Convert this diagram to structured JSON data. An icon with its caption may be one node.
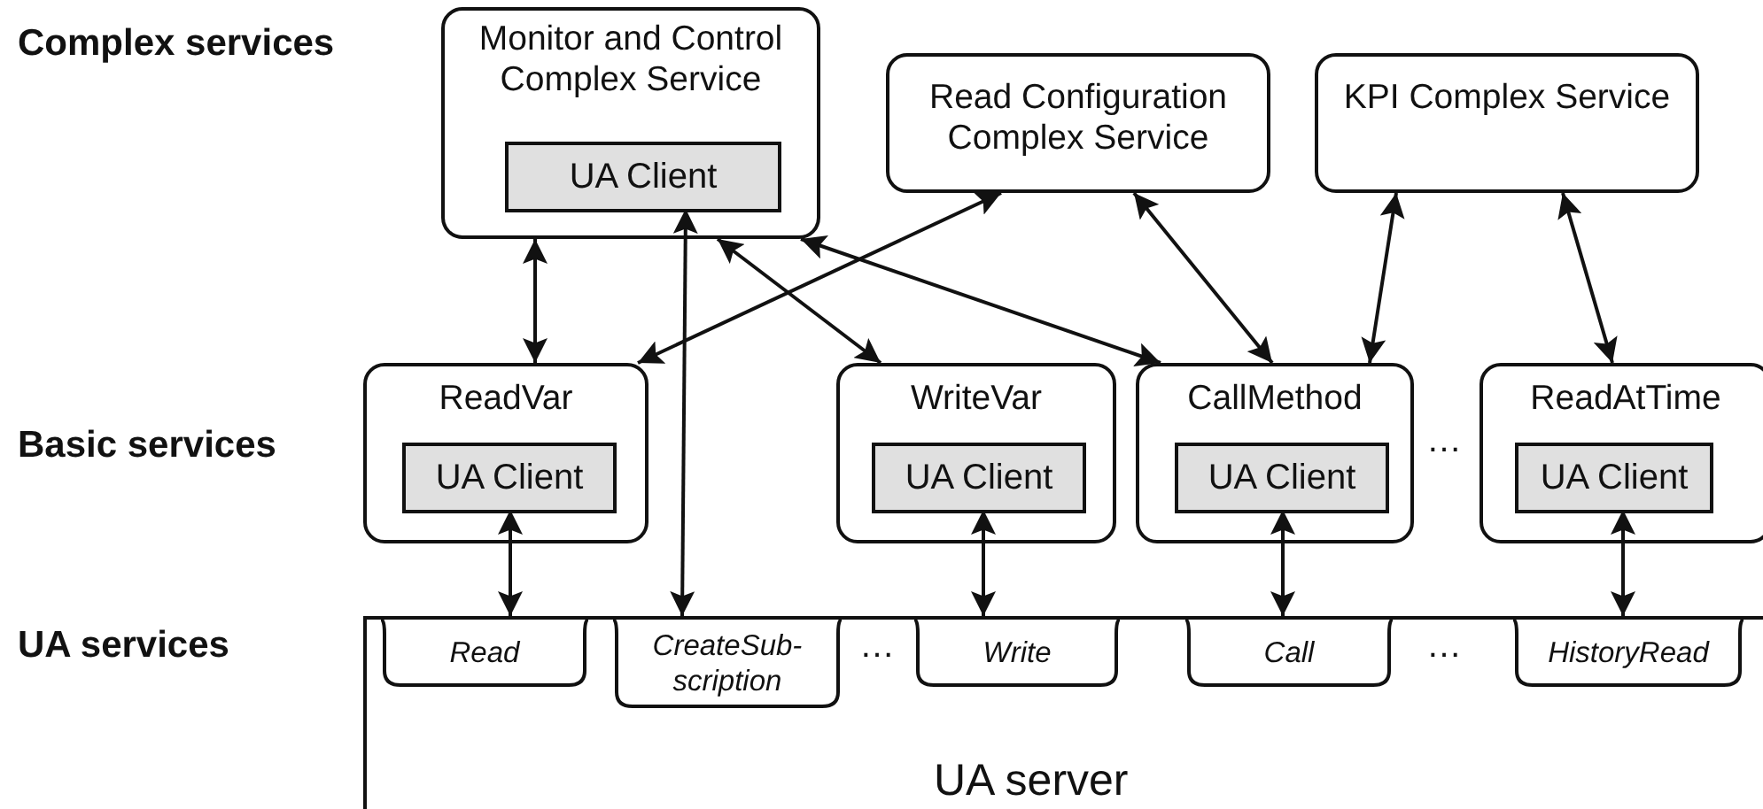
{
  "diagram": {
    "nodes": [
      {
        "text": [
          "Monitor and Control Complex Service"
        ]
      },
      {
        "text": [
          "UA Client"
        ],
        "in": 0
      },
      {
        "text": [
          "Read Configuration Complex Service"
        ]
      },
      {
        "text": [
          "KPI Complex Service"
        ]
      },
      {
        "text": [
          "ReadVar"
        ]
      },
      {
        "text": [
          "UA Client"
        ],
        "in": 4
      },
      {
        "text": [
          "WriteVar"
        ]
      },
      {
        "text": [
          "UA Client"
        ],
        "in": 6
      },
      {
        "text": [
          "CallMethod"
        ]
      },
      {
        "text": [
          "UA Client"
        ],
        "in": 8
      },
      {
        "text": [
          "ReadAtTime"
        ]
      },
      {
        "text": [
          "UA Client"
        ],
        "in": 10
      },
      {
        "text": [
          "UA server"
        ]
      },
      {
        "text": [
          "Read"
        ],
        "in": 12
      },
      {
        "text": [
          "CreateSub-scription"
        ],
        "in": 12
      },
      {
        "text": [
          "Write"
        ],
        "in": 12
      },
      {
        "text": [
          "Call"
        ],
        "in": 12
      },
      {
        "text": [
          "HistoryRead"
        ],
        "in": 12
      }
    ],
    "edges": [
      {
        "from": 0,
        "to": 4,
        "arrow": "both"
      },
      {
        "from": 1,
        "to": 14,
        "arrow": "both"
      },
      {
        "from": 0,
        "to": 6,
        "arrow": "both"
      },
      {
        "from": 2,
        "to": 4,
        "arrow": "both"
      },
      {
        "from": 0,
        "to": 8,
        "arrow": "both"
      },
      {
        "from": 2,
        "to": 8,
        "arrow": "both"
      },
      {
        "from": 3,
        "to": 8,
        "arrow": "both"
      },
      {
        "from": 3,
        "to": 10,
        "arrow": "both"
      },
      {
        "from": 5,
        "to": 13,
        "arrow": "both"
      },
      {
        "from": 7,
        "to": 15,
        "arrow": "both"
      },
      {
        "from": 9,
        "to": 16,
        "arrow": "both"
      },
      {
        "from": 11,
        "to": 17,
        "arrow": "both"
      }
    ],
    "labels": [
      "Complex services",
      "Basic services",
      "…",
      "UA services",
      "…",
      "…"
    ]
  }
}
